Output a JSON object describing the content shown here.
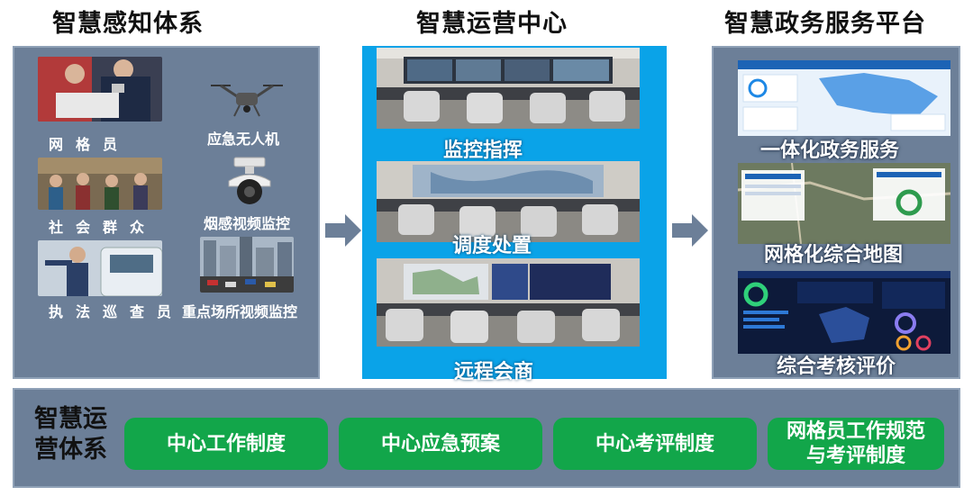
{
  "titles": {
    "left": "智慧感知体系",
    "center": "智慧运营中心",
    "right": "智慧政务服务平台"
  },
  "left_items": {
    "grid_worker": "网格员",
    "drone": "应急无人机",
    "public": "社会群众",
    "smoke_cam": "烟感视频监控",
    "patrol": "执法巡查员",
    "venue_cam": "重点场所视频监控"
  },
  "center_items": [
    "监控指挥",
    "调度处置",
    "远程会商"
  ],
  "right_items": [
    "一体化政务服务",
    "网格化综合地图",
    "综合考核评价"
  ],
  "bottom": {
    "title": "智慧运营体系",
    "buttons": [
      "中心工作制度",
      "中心应急预案",
      "中心考评制度",
      "网格员工作规范与考评制度"
    ]
  },
  "colors": {
    "panel": "#6c7f98",
    "center_panel": "#0aa3e8",
    "button": "#12a64a"
  }
}
